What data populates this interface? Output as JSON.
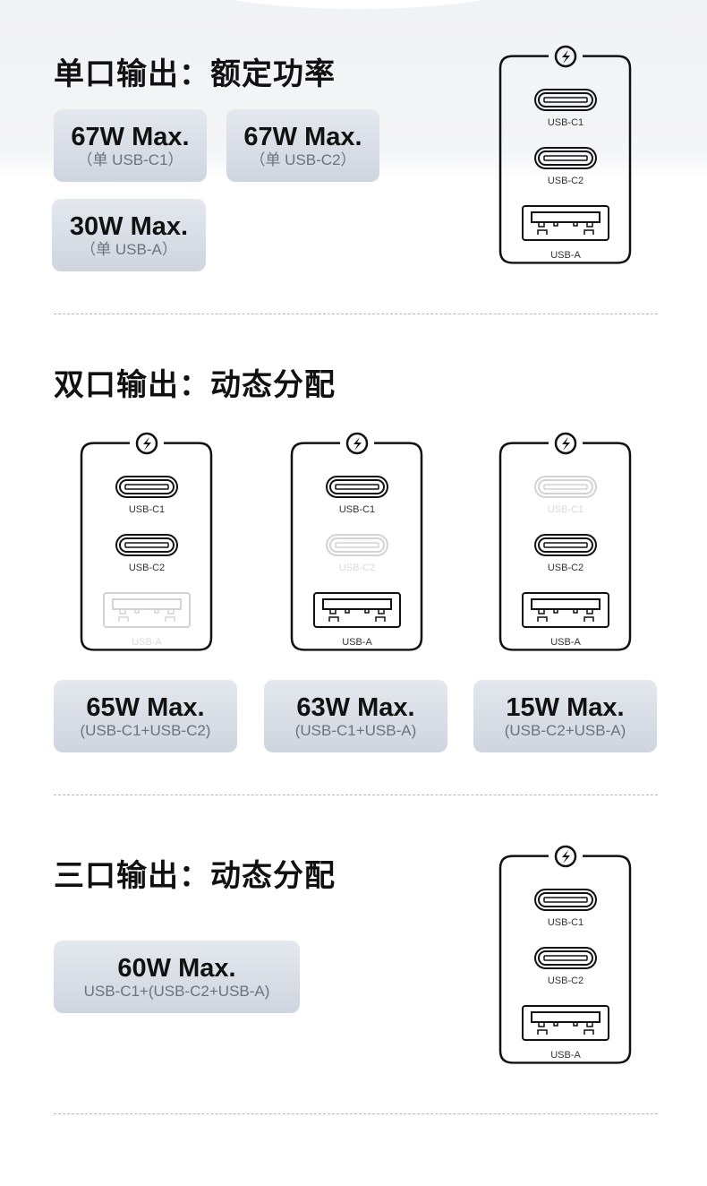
{
  "sections": [
    {
      "title": "单口输出：额定功率",
      "boxes": [
        {
          "watt": "67W Max.",
          "sub": "（单 USB-C1）"
        },
        {
          "watt": "67W Max.",
          "sub": "（单 USB-C2）"
        },
        {
          "watt": "30W Max.",
          "sub": "（单 USB-A）"
        }
      ]
    },
    {
      "title": "双口输出：动态分配",
      "boxes": [
        {
          "watt": "65W Max.",
          "sub": "(USB-C1+USB-C2)"
        },
        {
          "watt": "63W Max.",
          "sub": "(USB-C1+USB-A)"
        },
        {
          "watt": "15W Max.",
          "sub": "(USB-C2+USB-A)"
        }
      ]
    },
    {
      "title": "三口输出：动态分配",
      "boxes": [
        {
          "watt": "60W Max.",
          "sub": "USB-C1+(USB-C2+USB-A)"
        }
      ]
    }
  ],
  "port_labels": [
    "USB-C1",
    "USB-C2",
    "USB-A"
  ],
  "chargers": [
    {
      "active": [
        true,
        true,
        true
      ]
    },
    {
      "active": [
        true,
        true,
        false
      ]
    },
    {
      "active": [
        true,
        false,
        true
      ]
    },
    {
      "active": [
        false,
        true,
        true
      ]
    },
    {
      "active": [
        true,
        true,
        true
      ]
    }
  ],
  "icons": {
    "logo": "lightning-circle-icon"
  },
  "colors": {
    "box_top": "#e4e8ee",
    "box_bottom": "#cfd5df",
    "ink": "#111111"
  }
}
